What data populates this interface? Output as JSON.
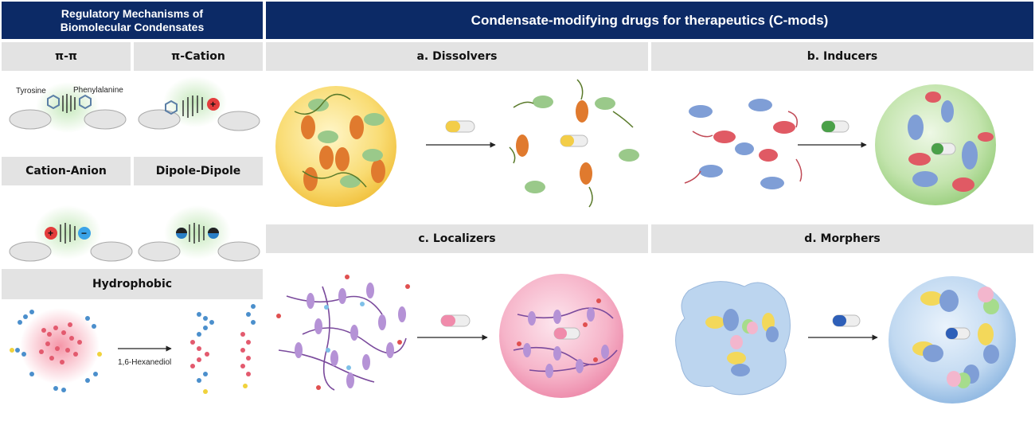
{
  "left_panel": {
    "title_line1": "Regulatory Mechanisms of",
    "title_line2": "Biomolecular Condensates",
    "cells": {
      "pi_pi": "π-π",
      "pi_cation": "π-Cation",
      "cation_anion": "Cation-Anion",
      "dipole_dipole": "Dipole-Dipole",
      "hydrophobic": "Hydrophobic"
    },
    "labels": {
      "tyrosine": "Tyrosine",
      "phenylalanine": "Phenylalanine",
      "hexanediol": "1,6-Hexanediol"
    }
  },
  "right_panel": {
    "title": "Condensate-modifying drugs for therapeutics (C-mods)",
    "dissolvers": "a. Dissolvers",
    "inducers": "b. Inducers",
    "localizers": "c. Localizers",
    "morphers": "d. Morphers"
  },
  "colors": {
    "header_bg": "#0c2a66",
    "subheader_bg": "#e3e3e3",
    "dissolver_condensate": "#f7d15a",
    "inducer_condensate": "#a9d98f",
    "localizer_condensate": "#f29ab6",
    "morpher_condensate": "#a8c8e8"
  }
}
